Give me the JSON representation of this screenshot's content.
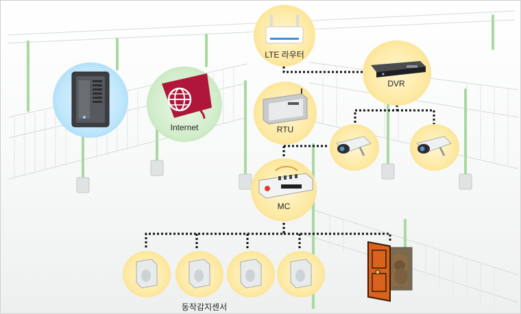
{
  "labels": {
    "lte_router": "LTE 라우터",
    "dvr": "DVR",
    "internet": "Internet",
    "rtu": "RTU",
    "mc": "MC",
    "sensors": "동작감지센서"
  },
  "colors": {
    "dotted_line": "#111111",
    "node_yellow": "#f7d979",
    "node_blue": "#8ad2f5",
    "node_green": "#b3dfa8",
    "internet_icon": "#b0163a",
    "door": "#d9621c",
    "fence_post": "#a8d9a0"
  }
}
